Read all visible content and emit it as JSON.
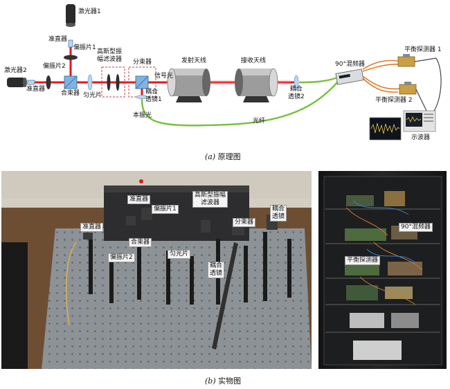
{
  "schematic": {
    "labels": {
      "laser1": "激光器1",
      "laser2": "激光器2",
      "collimator_top": "准直器",
      "collimator_left": "准直器",
      "polarizer1": "偏振片1",
      "polarizer2": "偏振片2",
      "combiner": "合束器",
      "homogenizer": "匀光片",
      "gaussian_filter": "高斯型振\n幅滤波器",
      "splitter": "分束器",
      "signal_light": "信号光",
      "coupling_lens1": "耦合\n透镜1",
      "local_osc": "本振光",
      "tx_antenna": "发射天线",
      "rx_antenna": "接收天线",
      "coupling_lens2": "耦合\n透镜2",
      "fiber": "光纤",
      "hybrid": "90°混频器",
      "bpd1": "平衡探测器 1",
      "bpd2": "平衡探测器 2",
      "oscilloscope": "示波器"
    },
    "colors": {
      "beam": "#e8151b",
      "fiber": "#7ac142",
      "component": "#6fa8dc",
      "filter_box": "#d23a3a"
    }
  },
  "captions": {
    "a_letter": "(a)",
    "a_text": "原理图",
    "b_letter": "(b)",
    "b_text": "实物图"
  },
  "photo_left": {
    "tags": {
      "collimator_a": "准直器",
      "polarizer1": "偏振片1",
      "gaussian_filter": "高斯型振幅\n滤波器",
      "coupling_lens_a": "耦合\n透镜",
      "collimator_b": "准直器",
      "combiner": "合束器",
      "splitter": "分束器",
      "polarizer2": "偏振片2",
      "homogenizer": "匀光片",
      "coupling_lens_b": "耦合\n透镜"
    }
  },
  "photo_right": {
    "tags": {
      "hybrid": "90°混频器",
      "bpd": "平衡探测器"
    }
  }
}
